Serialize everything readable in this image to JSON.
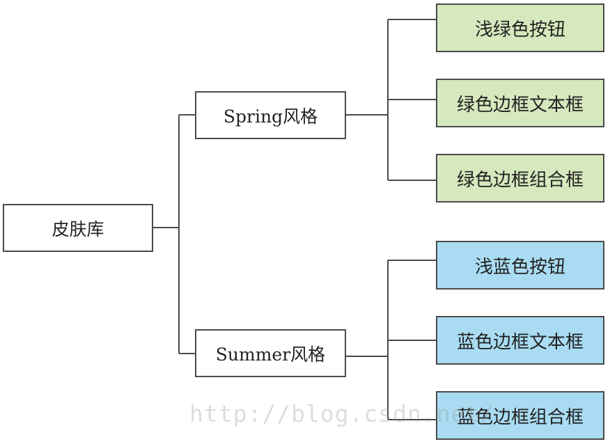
{
  "root": {
    "label": "皮肤库"
  },
  "branches": [
    {
      "label": "Spring风格",
      "color": "#d6e8bd",
      "children": [
        "浅绿色按钮",
        "绿色边框文本框",
        "绿色边框组合框"
      ]
    },
    {
      "label": "Summer风格",
      "color": "#a9dcf2",
      "children": [
        "浅蓝色按钮",
        "蓝色边框文本框",
        "蓝色边框组合框"
      ]
    }
  ],
  "watermark": "http://blog.csdn.net/"
}
